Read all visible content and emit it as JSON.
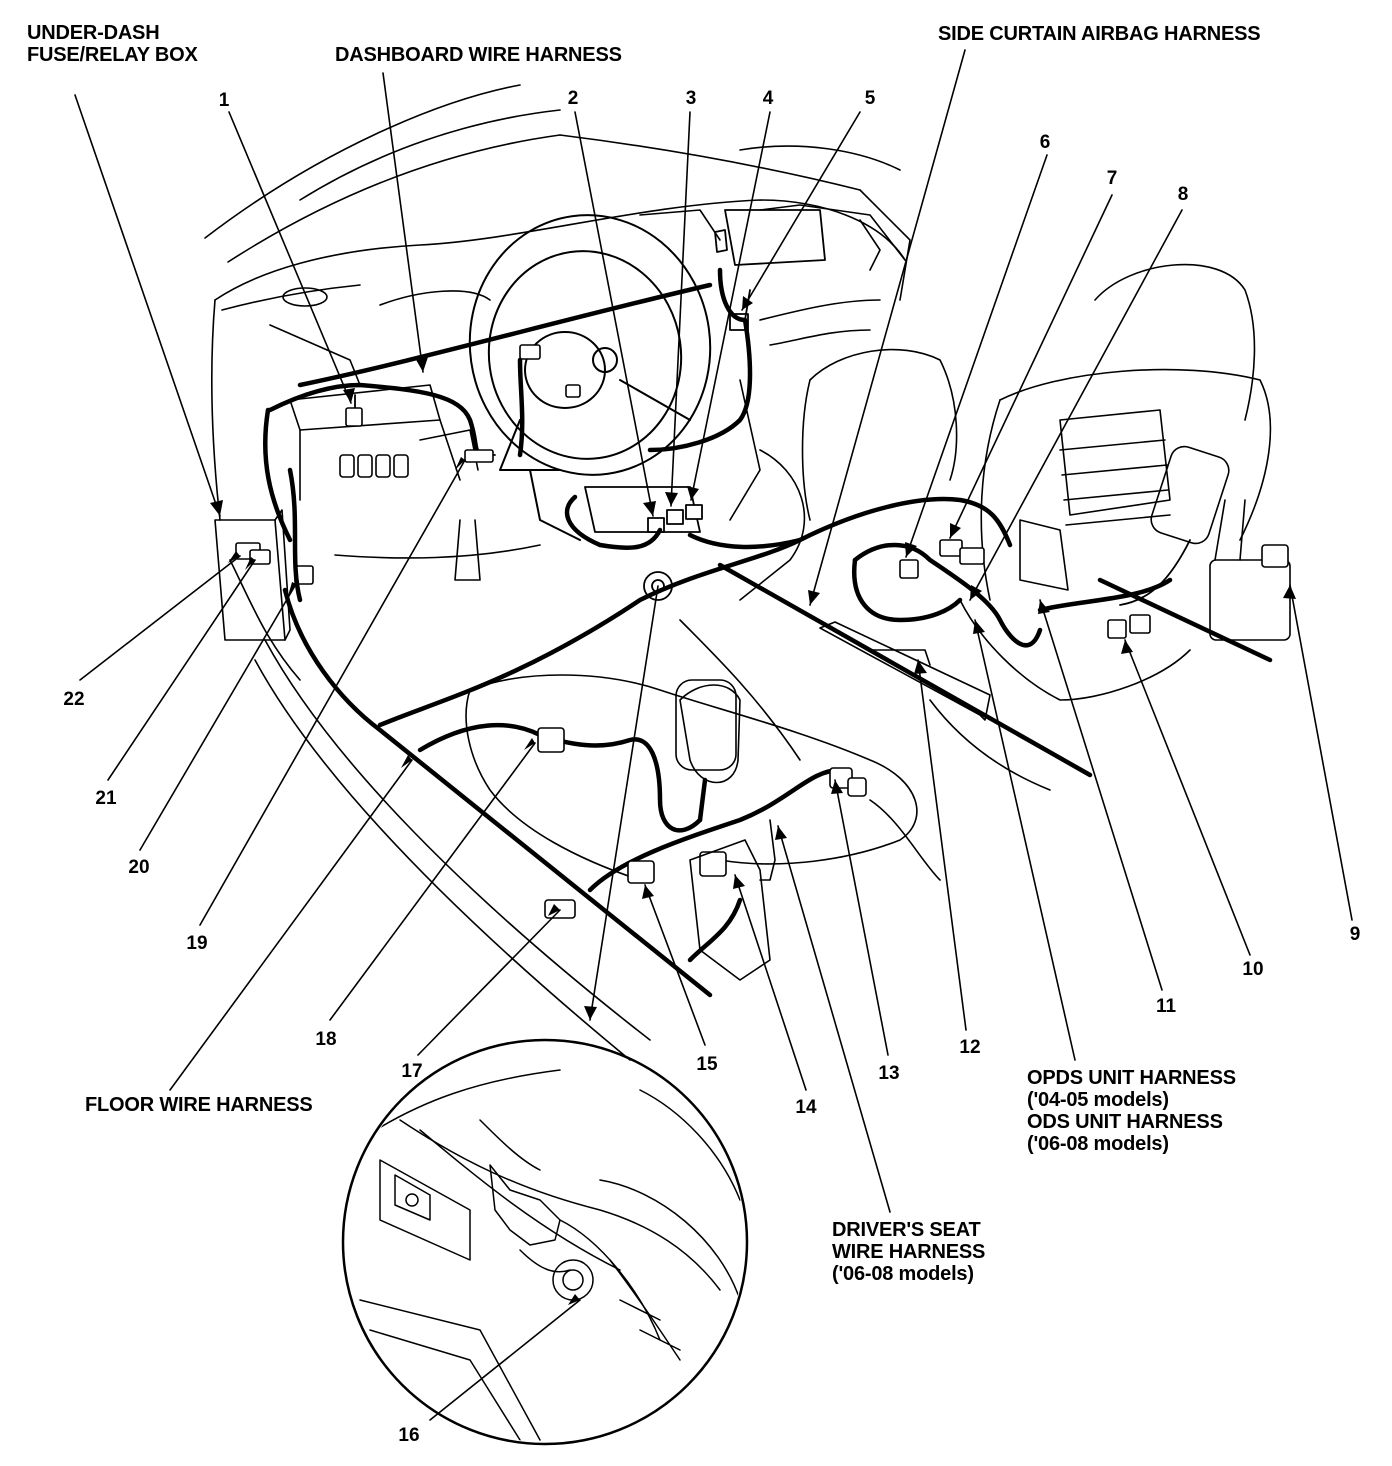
{
  "labels": {
    "under_dash_box": {
      "line1": "UNDER-DASH",
      "line2": "FUSE/RELAY BOX"
    },
    "dashboard_harness": "DASHBOARD WIRE HARNESS",
    "side_curtain_harness": "SIDE CURTAIN AIRBAG HARNESS",
    "floor_harness": "FLOOR WIRE HARNESS",
    "opds_harness": {
      "line1": "OPDS UNIT HARNESS",
      "line2": "('04-05 models)",
      "line3": "ODS UNIT HARNESS",
      "line4": "('06-08 models)"
    },
    "driver_seat_harness": {
      "line1": "DRIVER'S SEAT",
      "line2": "WIRE HARNESS",
      "line3": "('06-08 models)"
    }
  },
  "callouts": [
    "1",
    "2",
    "3",
    "4",
    "5",
    "6",
    "7",
    "8",
    "9",
    "10",
    "11",
    "12",
    "13",
    "14",
    "15",
    "16",
    "17",
    "18",
    "19",
    "20",
    "21",
    "22"
  ],
  "colors": {
    "ink": "#000000",
    "paper": "#ffffff"
  }
}
